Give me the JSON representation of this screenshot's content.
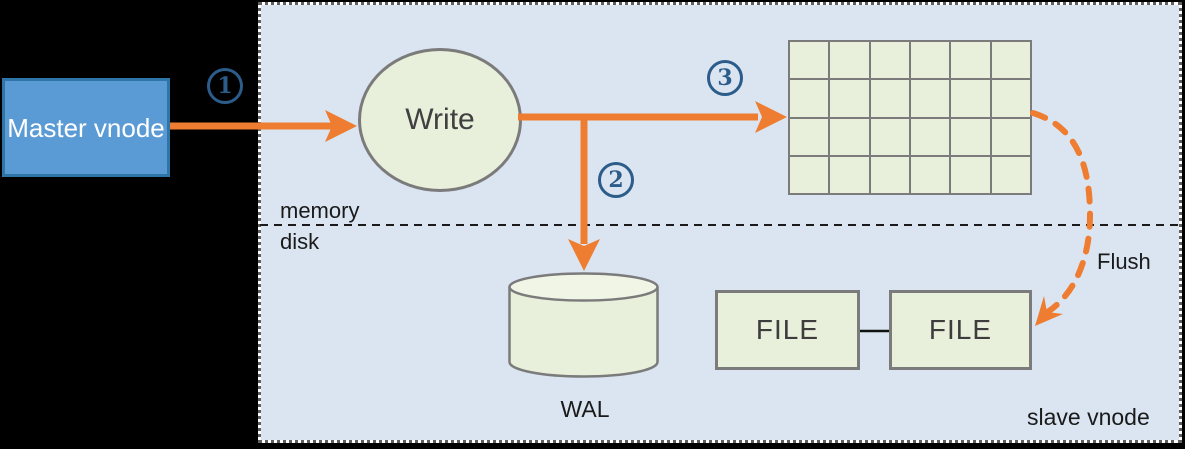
{
  "diagram": {
    "title_context": "write flow on slave vnode",
    "master": {
      "label": "Master vnode"
    },
    "write": {
      "label": "Write"
    },
    "steps": [
      {
        "n": "1"
      },
      {
        "n": "2"
      },
      {
        "n": "3"
      }
    ],
    "divider": {
      "above_label": "memory",
      "below_label": "disk"
    },
    "wal": {
      "label": "WAL"
    },
    "memtable_grid": {
      "rows": 4,
      "cols": 6
    },
    "files": [
      {
        "label": "FILE"
      },
      {
        "label": "FILE"
      }
    ],
    "flush": {
      "label": "Flush"
    },
    "panel": {
      "label": "slave vnode"
    }
  },
  "colors": {
    "background": "#000000",
    "panel_fill": "#DBE5F1",
    "panel_border": "#5F5F5F",
    "master_fill": "#5B9BD5",
    "master_border": "#2E75A8",
    "shape_fill": "#E8EFDA",
    "shape_border": "#7B7B7B",
    "arrow_orange": "#EE7D31",
    "step_badge_blue": "#2B5C8A",
    "text_dark": "#1A1A1A"
  }
}
